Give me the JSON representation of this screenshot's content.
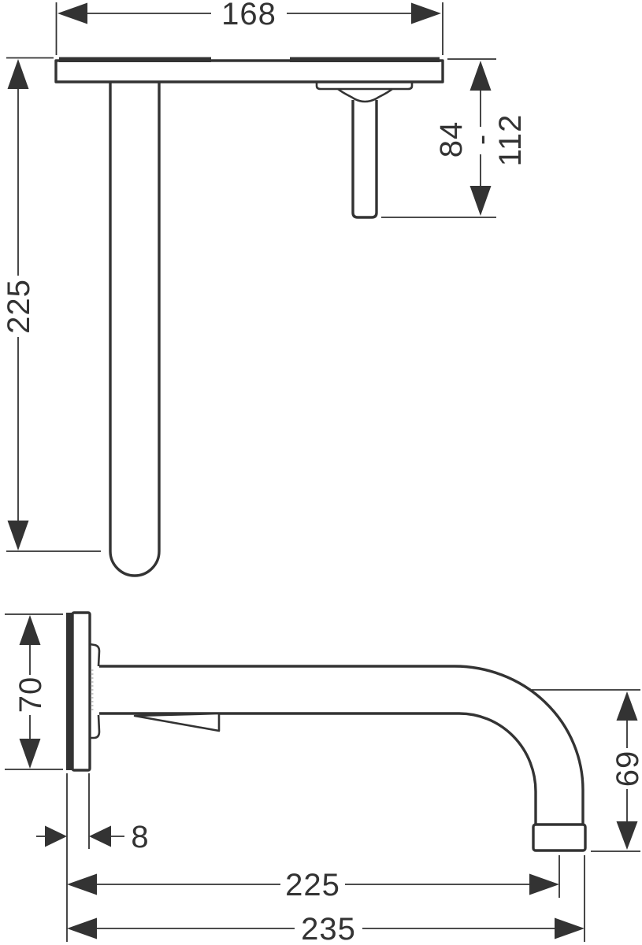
{
  "colors": {
    "line": "#333333",
    "background": "#ffffff",
    "hatch": "#c9c9c9"
  },
  "top_view": {
    "dim_plate_width": "168",
    "dim_handle_length": "225",
    "dim_spout_tip_min": "84",
    "dim_range_separator": "-",
    "dim_spout_tip_max": "112"
  },
  "side_view": {
    "dim_plate_height": "70",
    "dim_plate_thickness": "8",
    "dim_spout_drop": "69",
    "dim_reach_to_center": "225",
    "dim_reach_overall": "235"
  }
}
